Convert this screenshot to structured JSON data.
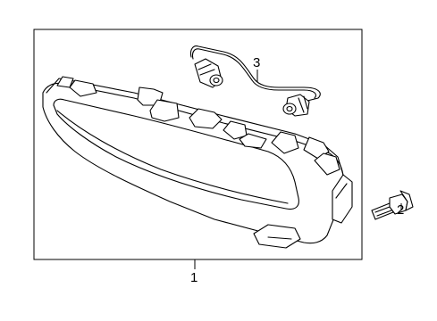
{
  "callouts": {
    "part_1": "1",
    "part_2": "2",
    "part_3": "3"
  },
  "parts": [
    {
      "number": "1",
      "name": "fog-lamp-assembly-icon"
    },
    {
      "number": "2",
      "name": "mounting-bolt-icon"
    },
    {
      "number": "3",
      "name": "bulb-socket-harness-icon"
    }
  ]
}
